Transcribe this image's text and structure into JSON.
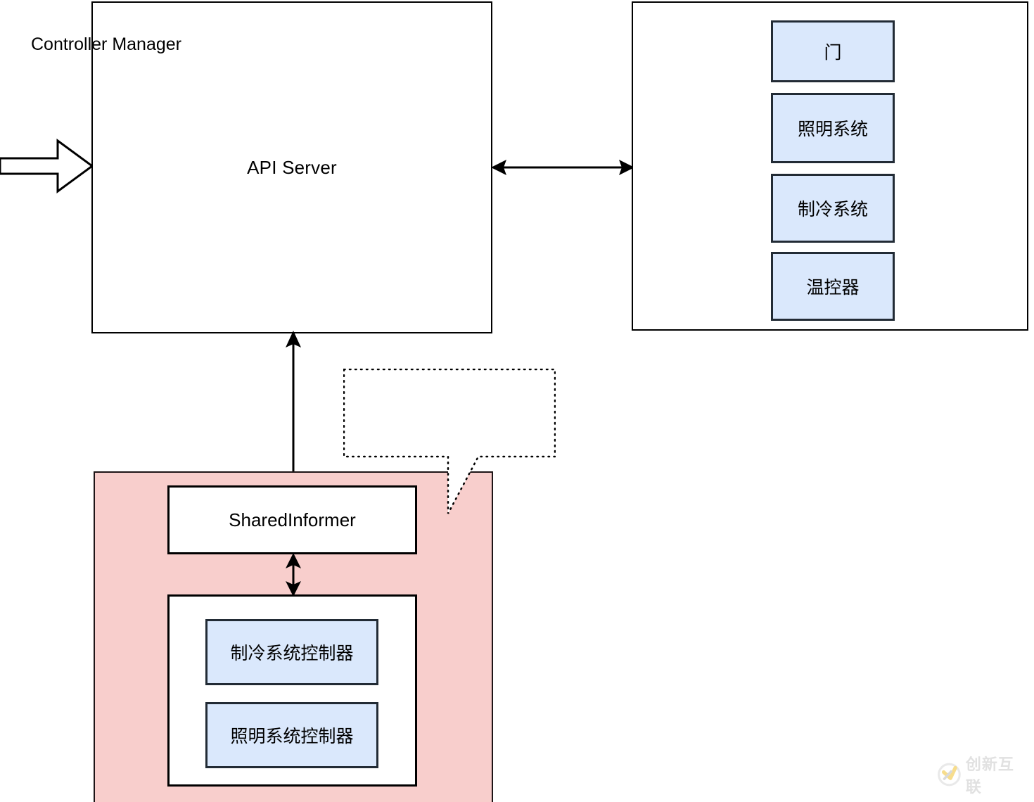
{
  "diagram": {
    "title": "Kubernetes-style controller architecture diagram",
    "colors": {
      "blue_fill": "#dae8fc",
      "blue_stroke": "#222b35",
      "pink_fill": "#f8cecc",
      "stroke": "#000000",
      "canvas": "#ffffff"
    }
  },
  "api_server": {
    "label": "API Server"
  },
  "inbound_arrow": {
    "icon": "block-arrow-right-icon"
  },
  "api_devices_link": {
    "icon": "double-arrow-horizontal-icon"
  },
  "api_informer_link": {
    "icon": "double-arrow-vertical-icon"
  },
  "informer_controllers_link": {
    "icon": "double-arrow-vertical-icon"
  },
  "devices_panel": {
    "items": [
      {
        "label": "门"
      },
      {
        "label": "照明系统"
      },
      {
        "label": "制冷系统"
      },
      {
        "label": "温控器"
      }
    ]
  },
  "controller_manager": {
    "callout_label": "Controller Manager"
  },
  "shared_informer": {
    "label": "SharedInformer"
  },
  "controllers": {
    "items": [
      {
        "label": "制冷系统控制器"
      },
      {
        "label": "照明系统控制器"
      }
    ]
  },
  "watermark": {
    "text": "创新互联",
    "logo": "circle-check-logo-icon"
  }
}
